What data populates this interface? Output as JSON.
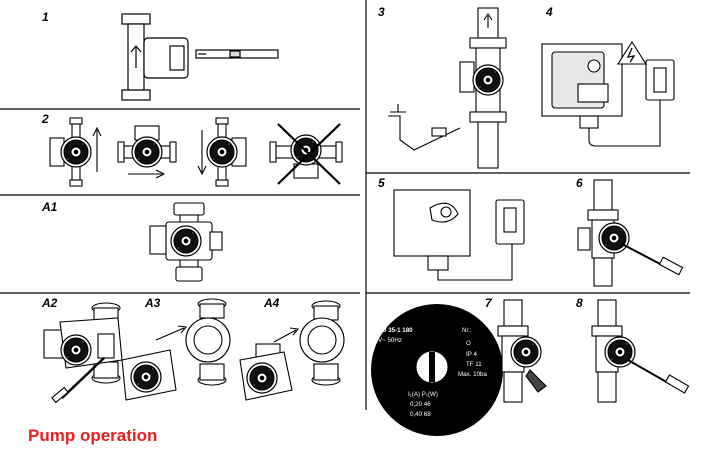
{
  "title": "Pump operation",
  "colors": {
    "title": "#e8201e",
    "line": "#000000",
    "background": "#ffffff"
  },
  "steps": {
    "s1": "1",
    "s2": "2",
    "s3": "3",
    "s4": "4",
    "s5": "5",
    "s6": "6",
    "s7": "7",
    "s8": "8",
    "a1": "A1",
    "a2": "A2",
    "a3": "A3",
    "a4": "A4"
  },
  "nameplate": {
    "model": "U 35-1 180",
    "voltage": "V~ 50Hz",
    "nr": "Nr.:",
    "ip": "IP 4",
    "tf": "TF 11",
    "max": "Max. 10ba",
    "header": "I₁(A)  P₁(W)",
    "row1": "0,20  46",
    "row2": "0,40  68",
    "side_top": "O"
  },
  "icons": [
    "pump-icon",
    "rotation-arrow-icon",
    "warning-triangle-icon",
    "screwdriver-icon",
    "cross-out-icon"
  ]
}
